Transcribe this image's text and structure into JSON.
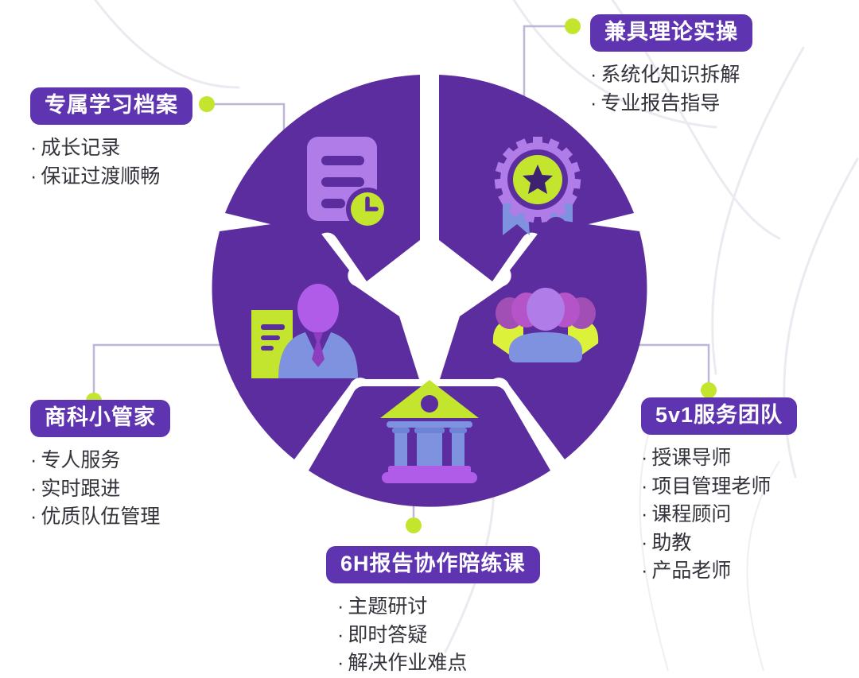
{
  "diagram": {
    "type": "radial-petal-wheel",
    "segment_count": 5,
    "colors": {
      "segment_fill": "#5b2d9e",
      "pill_bg": "#5e34b1",
      "accent_green": "#c3e52e",
      "icon_light_purple": "#b07ce8",
      "icon_blue": "#7f92e0",
      "connector_line": "#bdb6d6",
      "text": "#33333b",
      "background": "#ffffff"
    },
    "bullet_mark": "·"
  },
  "callouts": [
    {
      "id": "top-right",
      "title": "兼具理论实操",
      "bullets": [
        "系统化知识拆解",
        "专业报告指导"
      ]
    },
    {
      "id": "top-left",
      "title": "专属学习档案",
      "bullets": [
        "成长记录",
        "保证过渡顺畅"
      ]
    },
    {
      "id": "left",
      "title": "商科小管家",
      "bullets": [
        "专人服务",
        "实时跟进",
        "优质队伍管理"
      ]
    },
    {
      "id": "right",
      "title": "5v1服务团队",
      "bullets": [
        "授课导师",
        "项目管理老师",
        "课程顾问",
        "助教",
        "产品老师"
      ]
    },
    {
      "id": "bottom",
      "title": "6H报告协作陪练课",
      "bullets": [
        "主题研讨",
        "即时答疑",
        "解决作业难点"
      ]
    }
  ],
  "segments": [
    {
      "id": "seg-top-left",
      "icon": "document-clock-icon",
      "linked_callout": "top-left"
    },
    {
      "id": "seg-top-right",
      "icon": "award-badge-icon",
      "linked_callout": "top-right"
    },
    {
      "id": "seg-right",
      "icon": "user-group-icon",
      "linked_callout": "right"
    },
    {
      "id": "seg-bottom",
      "icon": "bank-building-icon",
      "linked_callout": "bottom"
    },
    {
      "id": "seg-left",
      "icon": "business-person-icon",
      "linked_callout": "left"
    }
  ]
}
